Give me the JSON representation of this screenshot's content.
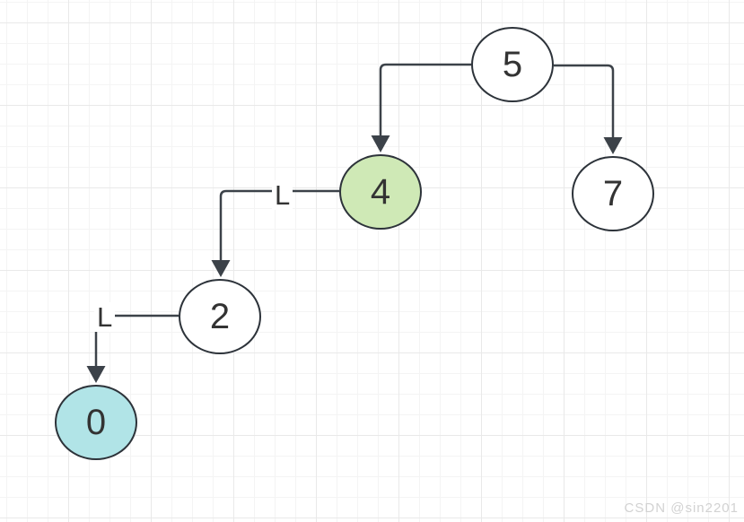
{
  "diagram": {
    "type": "binary-tree",
    "nodes": [
      {
        "id": "5",
        "label": "5",
        "fill": "#ffffff",
        "role": "root"
      },
      {
        "id": "4",
        "label": "4",
        "fill": "#cfe9b6",
        "role": "highlighted-left-child"
      },
      {
        "id": "7",
        "label": "7",
        "fill": "#ffffff",
        "role": "right-child"
      },
      {
        "id": "2",
        "label": "2",
        "fill": "#ffffff",
        "role": "left-descendant"
      },
      {
        "id": "0",
        "label": "0",
        "fill": "#b1e4e7",
        "role": "highlighted-leaf"
      }
    ],
    "edges": [
      {
        "from": "5",
        "to": "4",
        "label": ""
      },
      {
        "from": "5",
        "to": "7",
        "label": ""
      },
      {
        "from": "4",
        "to": "2",
        "label": "L"
      },
      {
        "from": "2",
        "to": "0",
        "label": "L"
      }
    ]
  },
  "colors": {
    "background": "#ffffff",
    "grid_minor": "#f4f4f4",
    "grid_major": "#e9e9e9",
    "node_stroke": "#2d333a",
    "edge_stroke": "#3c4249",
    "node_text": "#333333",
    "highlight_green": "#cfe9b6",
    "highlight_cyan": "#b1e4e7",
    "watermark_gray": "#d2d2d2"
  },
  "watermark": "CSDN @sin2201"
}
